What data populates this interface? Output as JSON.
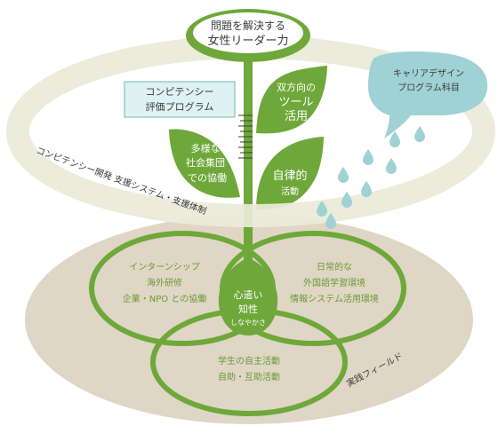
{
  "colors": {
    "stem": "#6ea83a",
    "leaf": "#6ea83a",
    "ring": "#ececdc",
    "mound": "#e0d6c5",
    "rain_cloud": "#9ed2d4",
    "rain_drop": "#9ed2d4",
    "box_fill": "#dff1f1",
    "box_border": "#6fb6b6",
    "circle_stroke": "#6ea83a"
  },
  "flower": {
    "line1": "問題を解決する",
    "line2": "女性リーダー力"
  },
  "competency_box": {
    "line1": "コンピテンシー",
    "line2": "評価プログラム"
  },
  "leaves": {
    "upper_right": {
      "line1": "双方向の",
      "line2": "ツール",
      "line3": "活用"
    },
    "lower_left": {
      "line1": "多様な",
      "line2": "社会集団",
      "line3": "での協働"
    },
    "lower_right": {
      "line1": "自律的",
      "line2": "活動"
    }
  },
  "rain_cloud": {
    "line1": "キャリアデザイン",
    "line2": "プログラム科目"
  },
  "ring_label": "コンピテンシー開発 支援システム・支援体制",
  "circles": {
    "left": {
      "line1": "インターンシップ",
      "line2": "海外研修",
      "line3": "企業・NPO との協働"
    },
    "right": {
      "line1": "日常的な",
      "line2": "外国語学習環境",
      "line3": "情報システム活用環境"
    },
    "bottom": {
      "line1": "学生の自主活動",
      "line2": "自助・互助活動"
    }
  },
  "center": {
    "line1": "心遣い",
    "line2": "知性",
    "line3": "しなやかさ"
  },
  "mound_label": "実践フィールド"
}
